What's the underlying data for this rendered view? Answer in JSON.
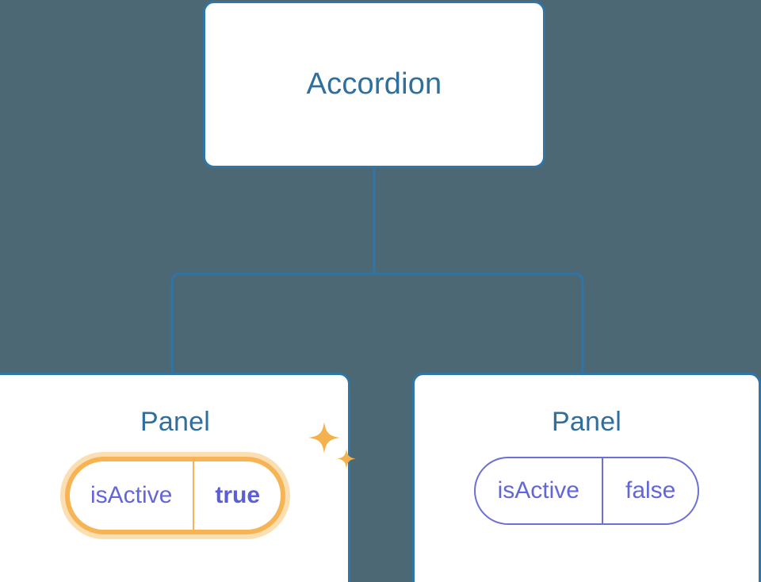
{
  "diagram": {
    "type": "component-tree",
    "background_color": "#4d6875",
    "connector_color": "#2e75a8",
    "nodes": [
      {
        "id": "root",
        "title": "Accordion",
        "title_color": "#2e6f9e",
        "border_color": "#2e75a8",
        "fill_color": "#ffffff"
      }
    ],
    "panels": [
      {
        "id": "panel-0",
        "title": "Panel",
        "highlighted": true,
        "highlight_color": "#f7b455",
        "halo_color": "#fbdfb2",
        "sparkle_icon": "sparkles-icon",
        "prop": {
          "name": "isActive",
          "value": "true",
          "value_bold": true,
          "text_color": "#6366d9"
        }
      },
      {
        "id": "panel-1",
        "title": "Panel",
        "highlighted": false,
        "border_color": "#6c6fd8",
        "prop": {
          "name": "isActive",
          "value": "false",
          "value_bold": false,
          "text_color": "#6366d9"
        }
      }
    ],
    "edges": [
      {
        "from": "root",
        "to": "panel-0"
      },
      {
        "from": "root",
        "to": "panel-1"
      }
    ]
  }
}
